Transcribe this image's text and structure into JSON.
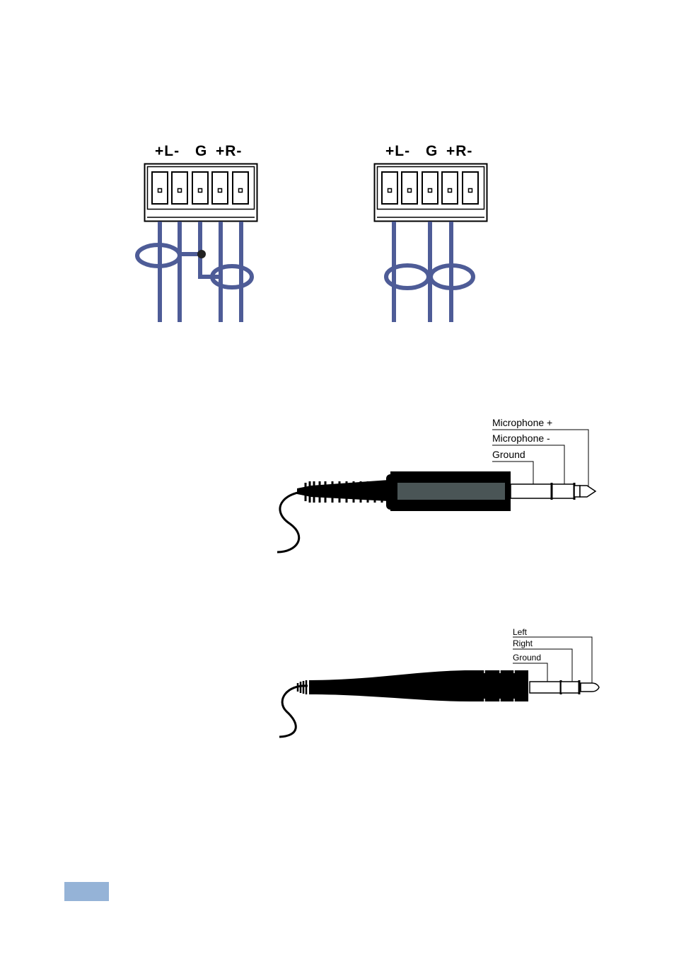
{
  "terminal_unbalanced": {
    "labels": [
      "+L-",
      "G",
      "+R-"
    ]
  },
  "terminal_balanced": {
    "labels": [
      "+L-",
      "G",
      "+R-"
    ]
  },
  "plug_6_5mm": {
    "callouts": [
      "Microphone +",
      "Microphone -",
      "Ground"
    ]
  },
  "plug_3_5mm": {
    "callouts": [
      "Left",
      "Right",
      "Ground"
    ]
  },
  "colors": {
    "wire": "#4e5c97",
    "connector": "#000000",
    "plug_body": "#4a5556",
    "footer_tab": "#95b3d7"
  }
}
